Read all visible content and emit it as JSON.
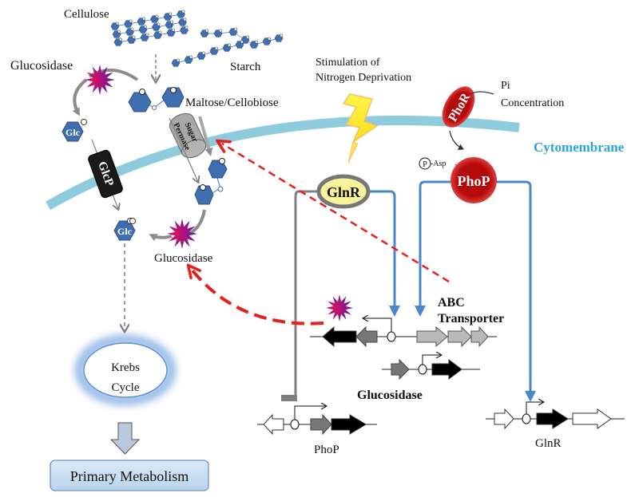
{
  "labels": {
    "cellulose": "Cellulose",
    "starch": "Starch",
    "glucosidase_top": "Glucosidase",
    "maltose": "Maltose/Cellobiose",
    "stimulation_line1": "Stimulation of",
    "stimulation_line2": "Nitrogen Deprivation",
    "pi_line1": "Pi",
    "pi_line2": "Concentration",
    "cytomembrane": "Cytomembrane",
    "phor": "PhoR",
    "phop_protein": "PhoP",
    "glnr_protein": "GlnR",
    "p_asp_p": "P",
    "p_asp": "-Asp",
    "glc_top": "Glc",
    "glc_bottom": "Glc",
    "glcp": "GlcP",
    "sugar": "Sugar",
    "permase": "Permase",
    "glucosidase_mid": "Glucosidase",
    "abc_line1": "ABC",
    "abc_line2": "Transporter",
    "glucosidase_gene": "Glucosidase",
    "krebs_line1": "Krebs",
    "krebs_line2": "Cycle",
    "primary_metabolism": "Primary Metabolism",
    "phop_gene": "PhoP",
    "glnr_gene": "GlnR"
  },
  "colors": {
    "membrane": "#8ecbdc",
    "sugar_blue": "#3f6fb0",
    "regulator_red": "#b80d0d",
    "activation_blue": "#4a86c8",
    "repression_gray": "#7f7f7f",
    "induction_red": "#e8201c",
    "glnr_fill": "#f7f39a",
    "cytomembrane_text": "#2aa7d6"
  }
}
